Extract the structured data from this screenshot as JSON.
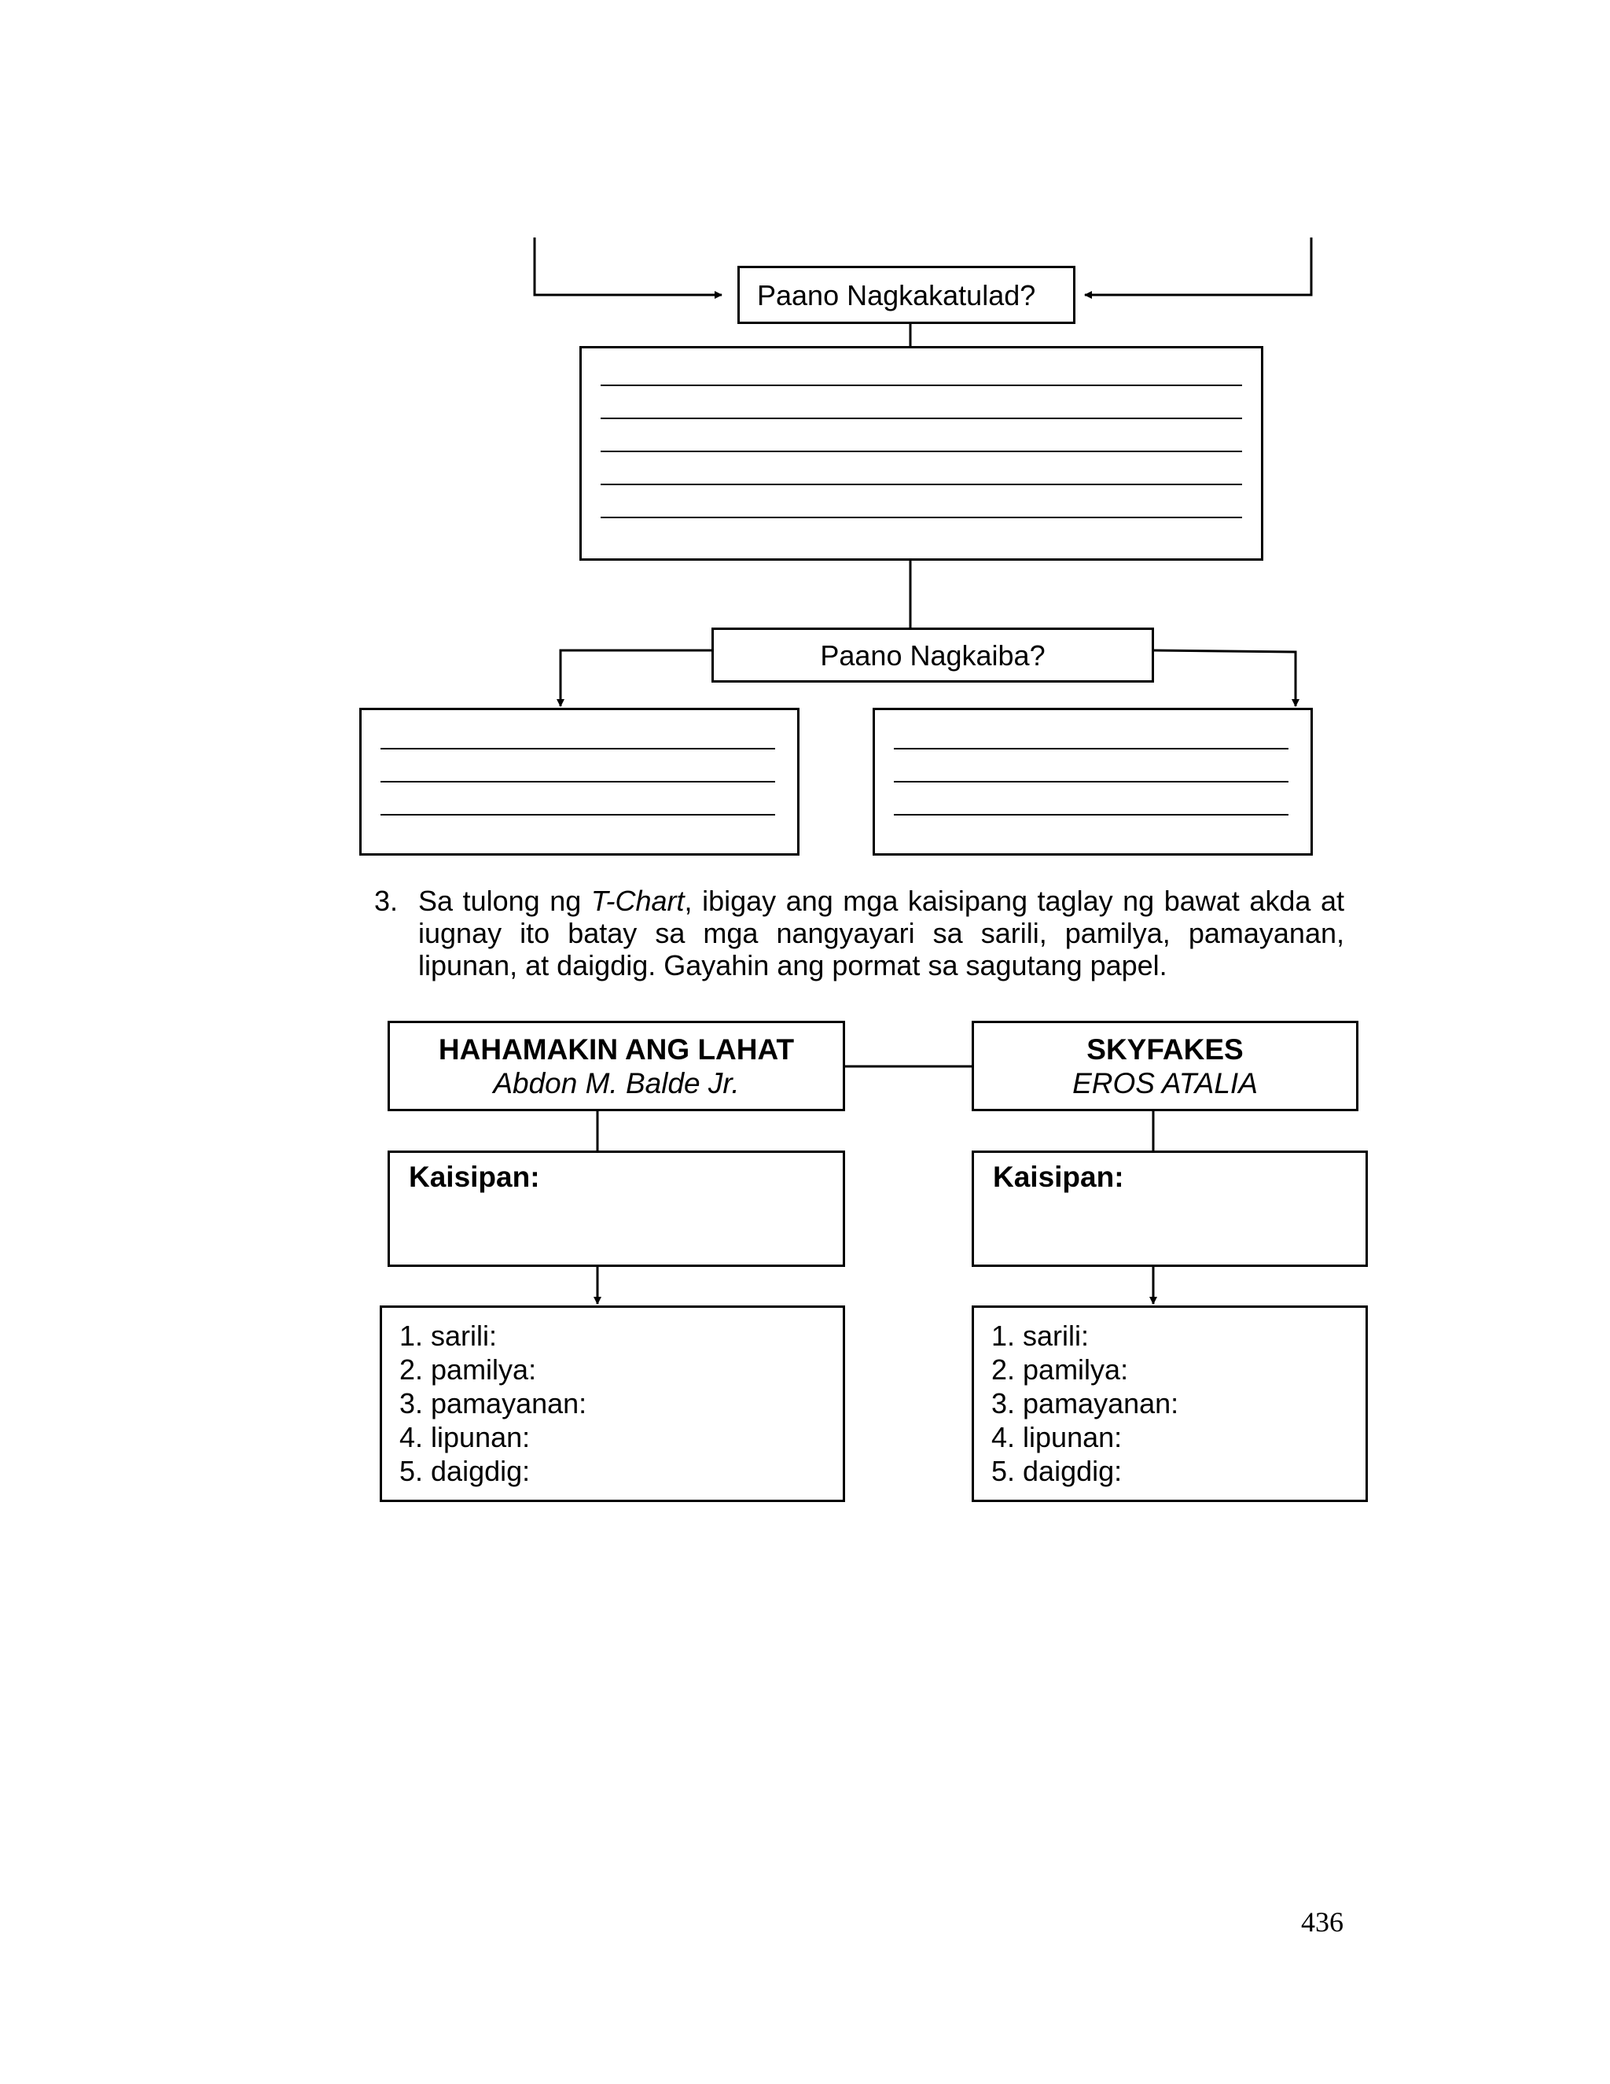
{
  "similar_heading": "Paano Nagkakatulad?",
  "different_heading": "Paano Nagkaiba?",
  "instruction": {
    "number": "3.",
    "text_before": "Sa tulong ng ",
    "text_italic": "T-Chart",
    "text_after": ", ibigay ang mga kaisipang taglay ng bawat akda at iugnay ito batay sa mga nangyayari sa sarili, pamilya, pamayanan, lipunan, at daigdig. Gayahin ang pormat sa sagutang papel."
  },
  "works": [
    {
      "title": "HAHAMAKIN ANG LAHAT",
      "author": "Abdon M. Balde Jr.",
      "kaisipan_label": "Kaisipan:",
      "items": [
        "1. sarili:",
        "2. pamilya:",
        "3. pamayanan:",
        "4. lipunan:",
        "5. daigdig:"
      ]
    },
    {
      "title": "SKYFAKES",
      "author": "EROS ATALIA",
      "kaisipan_label": "Kaisipan:",
      "items": [
        "1. sarili:",
        "2. pamilya:",
        "3. pamayanan:",
        "4. lipunan:",
        "5. daigdig:"
      ]
    }
  ],
  "page_number": "436"
}
